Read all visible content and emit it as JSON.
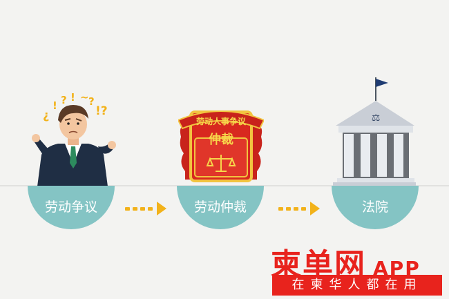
{
  "steps": [
    {
      "label": "劳动争议"
    },
    {
      "label": "劳动仲裁"
    },
    {
      "label": "法院"
    }
  ],
  "scroll": {
    "top_text": "劳动人事争议",
    "main_text": "仲裁"
  },
  "watermark": {
    "logo": "柬单网",
    "app": "APP",
    "slogan": "在柬华人都在用"
  },
  "colors": {
    "circle": "#84c4c4",
    "arrow": "#f2b21a",
    "scroll_red": "#c8231b",
    "brand_red": "#e8231d"
  }
}
